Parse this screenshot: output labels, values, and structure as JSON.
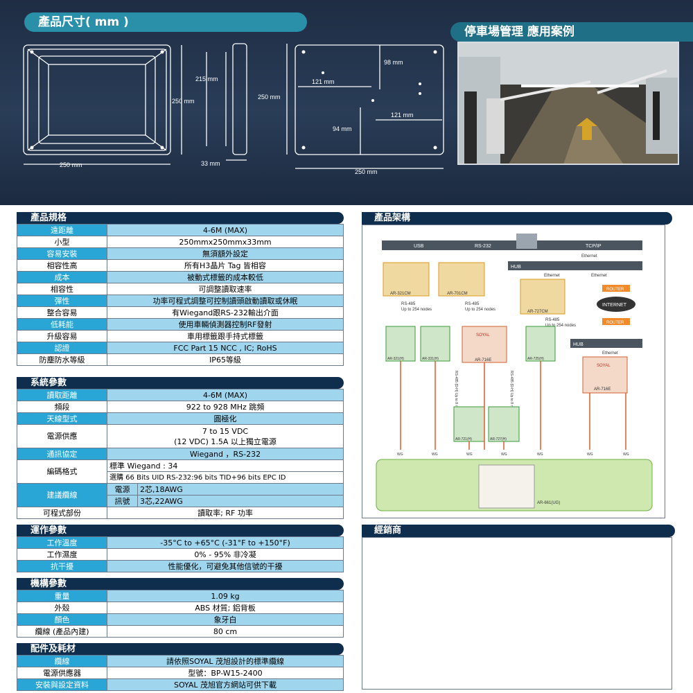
{
  "header": {
    "dimensions_title": "產品尺寸( mm )",
    "case_title": "停車場管理 應用案例"
  },
  "dimension_labels": {
    "front_width": "250 mm",
    "front_height": "250 mm",
    "inner_height": "215 mm",
    "depth": "33 mm",
    "side_height": "250 mm",
    "back_d98": "98 mm",
    "back_d121a": "121 mm",
    "back_d121b": "121 mm",
    "back_d94": "94 mm",
    "back_width": "250 mm"
  },
  "spec": {
    "title": "產品規格",
    "rows": [
      {
        "k": "遠距離",
        "v": "4-6M (MAX)"
      },
      {
        "k": "小型",
        "v": "250mmx250mmx33mm"
      },
      {
        "k": "容易安裝",
        "v": "無須額外設定"
      },
      {
        "k": "相容性高",
        "v": "所有H3晶片 Tag 皆相容"
      },
      {
        "k": "成本",
        "v": "被動式標籤的成本較低"
      },
      {
        "k": "相容性",
        "v": "可調整讀取速率"
      },
      {
        "k": "彈性",
        "v": "功率可程式調整可控制讀頭啟動讀取或休眠"
      },
      {
        "k": "整合容易",
        "v": "有Wiegand跟RS-232輸出介面"
      },
      {
        "k": "低耗能",
        "v": "使用車輛偵測器控制RF發射"
      },
      {
        "k": "升級容易",
        "v": "車用標籤跟手持式標籤"
      },
      {
        "k": "認證",
        "v": "FCC Part 15 NCC , IC; RoHS"
      },
      {
        "k": "防塵防水等級",
        "v": "IP65等級"
      }
    ]
  },
  "system": {
    "title": "系統參數",
    "read_range": {
      "k": "讀取距離",
      "v": "4-6M (MAX)"
    },
    "freq": {
      "k": "頻段",
      "v": "922 to 928 MHz 跳頻"
    },
    "antenna": {
      "k": "天線型式",
      "v": "圓極化"
    },
    "power": {
      "k": "電源供應",
      "v1": "7 to 15 VDC",
      "v2": "(12 VDC) 1.5A 以上獨立電源"
    },
    "comm": {
      "k": "通訊協定",
      "v": "Wiegand ，RS-232"
    },
    "encoding": {
      "k": "編碼格式",
      "v1": "標準 Wiegand : 34",
      "v2": "選購 66 Bits UID RS-232:96 bits TID+96 bits EPC ID"
    },
    "cable": {
      "k": "建議纜線",
      "p_k": "電源",
      "p_v": "2芯,18AWG",
      "s_k": "訊號",
      "s_v": "3芯,22AWG"
    },
    "prog": {
      "k": "可程式部份",
      "v": "讀取率; RF 功率"
    }
  },
  "operation": {
    "title": "運作參數",
    "rows": [
      {
        "k": "工作溫度",
        "v": "-35°C to +65°C (-31°F to +150°F)"
      },
      {
        "k": "工作濕度",
        "v": "0% - 95% 非冷凝"
      },
      {
        "k": "抗干擾",
        "v": "性能優化，可避免其他信號的干擾"
      }
    ]
  },
  "mechanical": {
    "title": "機構參數",
    "rows": [
      {
        "k": "重量",
        "v": "1.09 kg"
      },
      {
        "k": "外殼",
        "v": "ABS 材質; 鋁背板"
      },
      {
        "k": "顏色",
        "v": "象牙白"
      },
      {
        "k": "纜線 (產品內建)",
        "v": "80 cm"
      }
    ]
  },
  "accessories": {
    "title": "配件及耗材",
    "rows": [
      {
        "k": "纜線",
        "v": "請依照SOYAL 茂旭設計的標準纜線"
      },
      {
        "k": "電源供應器",
        "v": "型號：BP-W15-2400"
      },
      {
        "k": "安裝與設定資料",
        "v": "SOYAL 茂旭官方網站可供下載"
      }
    ]
  },
  "architecture": {
    "title": "產品架構",
    "usb": "USB",
    "rs232": "RS-232",
    "tcpip": "TCP/IP",
    "ethernet_top": "Ethernet",
    "hub1": "HUB",
    "eth_a": "Ethernet",
    "eth_b": "Ethernet",
    "router1": "ROUTER",
    "internet": "INTERNET",
    "router2": "ROUTER",
    "hub2": "HUB",
    "eth_c": "Ethernet",
    "dev_321cm": "AR-321CM",
    "dev_701cm": "AR-701CM",
    "dev_727cm": "AR-727CM",
    "rs485_a": "RS-485",
    "upto_a": "Up to 254 nodes",
    "rs485_b": "RS-485",
    "upto_b": "Up to 254 nodes",
    "rs485_c": "RS-485",
    "upto_c": "Up to 254 nodes",
    "dev_321h": "AR-321(H)",
    "dev_331h": "AR-331(H)",
    "dev_716e_a": "AR-716E",
    "dev_725h": "AR-725(H)",
    "dev_716e_b": "AR-716E",
    "vert_a": "RS-485 (D-H) Up to 8 nodes",
    "vert_b": "RS-485 (D-H) Up to 8 nodes",
    "dev_721h": "AR-721(H)",
    "dev_727h": "AR-727(H)",
    "soyal": "SOYAL",
    "wg": "WG",
    "reader": "AR-661(UG)"
  },
  "dealer": {
    "title": "經銷商"
  }
}
